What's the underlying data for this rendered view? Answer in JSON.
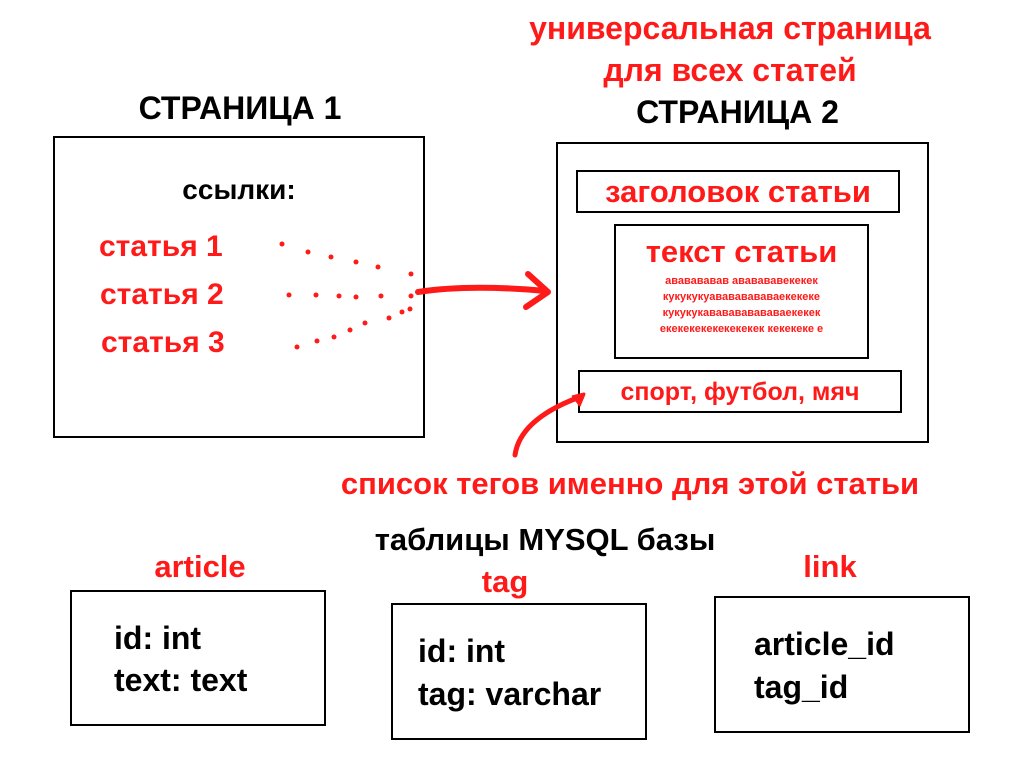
{
  "page1": {
    "title": "СТРАНИЦА 1",
    "links_label": "ссылки:",
    "links": [
      "статья 1",
      "статья 2",
      "статья 3"
    ]
  },
  "page2": {
    "note_line1": "универсальная страница",
    "note_line2": "для всех статей",
    "title": "СТРАНИЦА 2",
    "article_title": "заголовок статьи",
    "article_text_heading": "текст статьи",
    "article_text_body": [
      "ававававав ававававекекек",
      "кукукукуавававававаекекеке",
      "кукукукававававававаекекек",
      "екекекекекекекекек кекекеке е"
    ],
    "tags": "спорт, футбол, мяч",
    "tags_note": "список тегов именно для этой статьи"
  },
  "db": {
    "title": "таблицы MYSQL базы",
    "tables": [
      {
        "name": "article",
        "fields": [
          "id: int",
          "text: text"
        ]
      },
      {
        "name": "tag",
        "fields": [
          "id: int",
          "tag: varchar"
        ]
      },
      {
        "name": "link",
        "fields": [
          "article_id",
          "tag_id"
        ]
      }
    ]
  },
  "colors": {
    "accent": "#ff1a1a",
    "ink": "#000000"
  }
}
